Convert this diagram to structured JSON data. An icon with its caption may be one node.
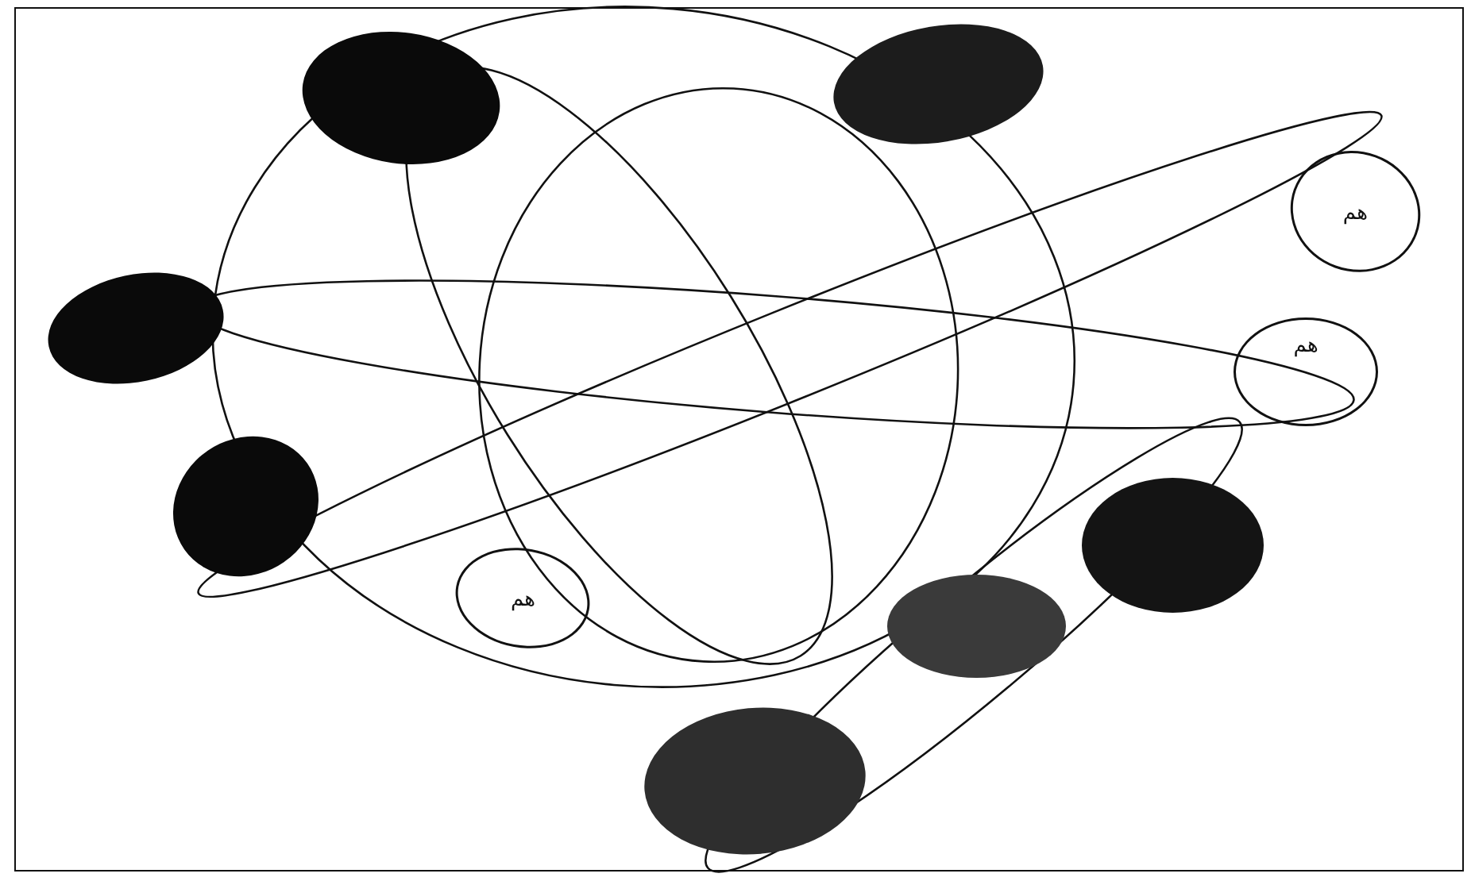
{
  "diagram": {
    "nodes": [
      {
        "text": [],
        "shape": "circle"
      },
      {
        "text": [],
        "shape": "circle"
      },
      {
        "text": [
          "هم"
        ]
      },
      {
        "text": [],
        "shape": "circle"
      },
      {
        "text": [
          "هم"
        ]
      },
      {
        "text": [],
        "shape": "circle"
      },
      {
        "text": [],
        "shape": "circle"
      },
      {
        "text": [
          "هم"
        ]
      },
      {
        "text": [],
        "shape": "circle"
      },
      {
        "text": [],
        "shape": "circle"
      }
    ]
  }
}
